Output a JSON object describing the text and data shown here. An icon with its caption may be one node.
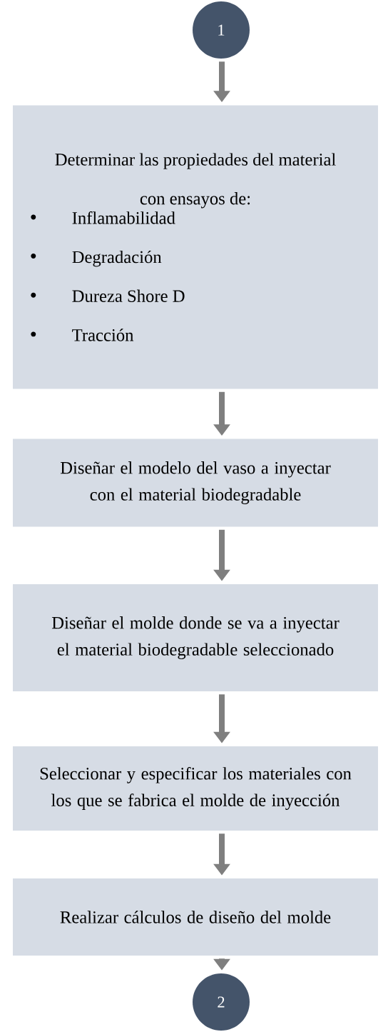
{
  "diagram": {
    "nodes": [
      {
        "text": [
          "1"
        ]
      },
      {
        "text": [
          "Determinar las propiedades del material con ensayos de:",
          "Inflamabilidad",
          "Degradación",
          "Dureza Shore D",
          "Tracción"
        ]
      },
      {
        "text": [
          "Diseñar el modelo del vaso a inyectar con el material biodegradable"
        ]
      },
      {
        "text": [
          "Diseñar el molde donde se va a inyectar el material biodegradable seleccionado"
        ]
      },
      {
        "text": [
          "Seleccionar y especificar los materiales con los que se fabrica el molde de inyección"
        ]
      },
      {
        "text": [
          "Realizar cálculos de diseño del molde"
        ]
      },
      {
        "text": [
          "2"
        ]
      }
    ],
    "edges": [
      {
        "from": 0,
        "to": 1,
        "arrow": "to"
      },
      {
        "from": 1,
        "to": 2,
        "arrow": "to"
      },
      {
        "from": 2,
        "to": 3,
        "arrow": "to"
      },
      {
        "from": 3,
        "to": 4,
        "arrow": "to"
      },
      {
        "from": 4,
        "to": 5,
        "arrow": "to"
      },
      {
        "from": 5,
        "to": 6,
        "arrow": "to"
      }
    ]
  }
}
